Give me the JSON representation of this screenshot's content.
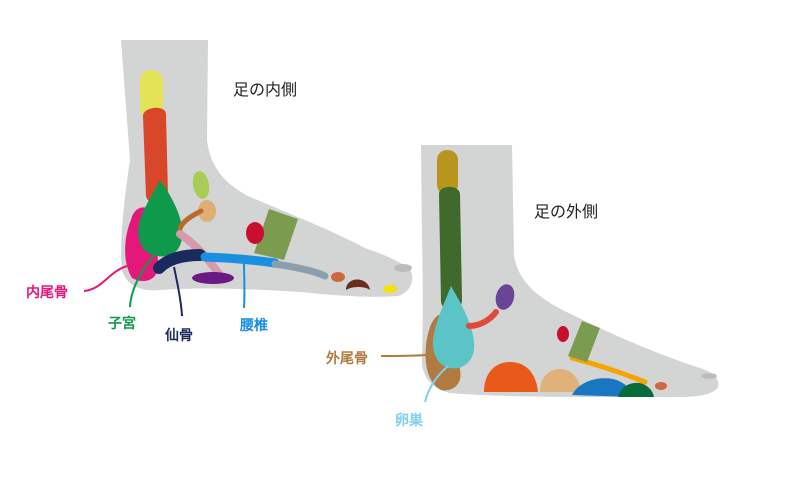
{
  "titles": {
    "inner_foot": "足の内側",
    "outer_foot": "足の外側"
  },
  "labels": {
    "coccyx_inner": "内尾骨",
    "uterus": "子宮",
    "sacrum": "仙骨",
    "lumbar": "腰椎",
    "coccyx_outer": "外尾骨",
    "ovary": "卵巣"
  },
  "colors": {
    "foot": "#d3d4d4",
    "toe_nail": "#bcbcbc",
    "coccyx_inner": "#e4177b",
    "uterus": "#0e9a4a",
    "sacrum": "#1b2a5c",
    "lumbar": "#1a8fe0",
    "coccyx_outer": "#b07a40",
    "ovary": "#7fd0f0"
  }
}
